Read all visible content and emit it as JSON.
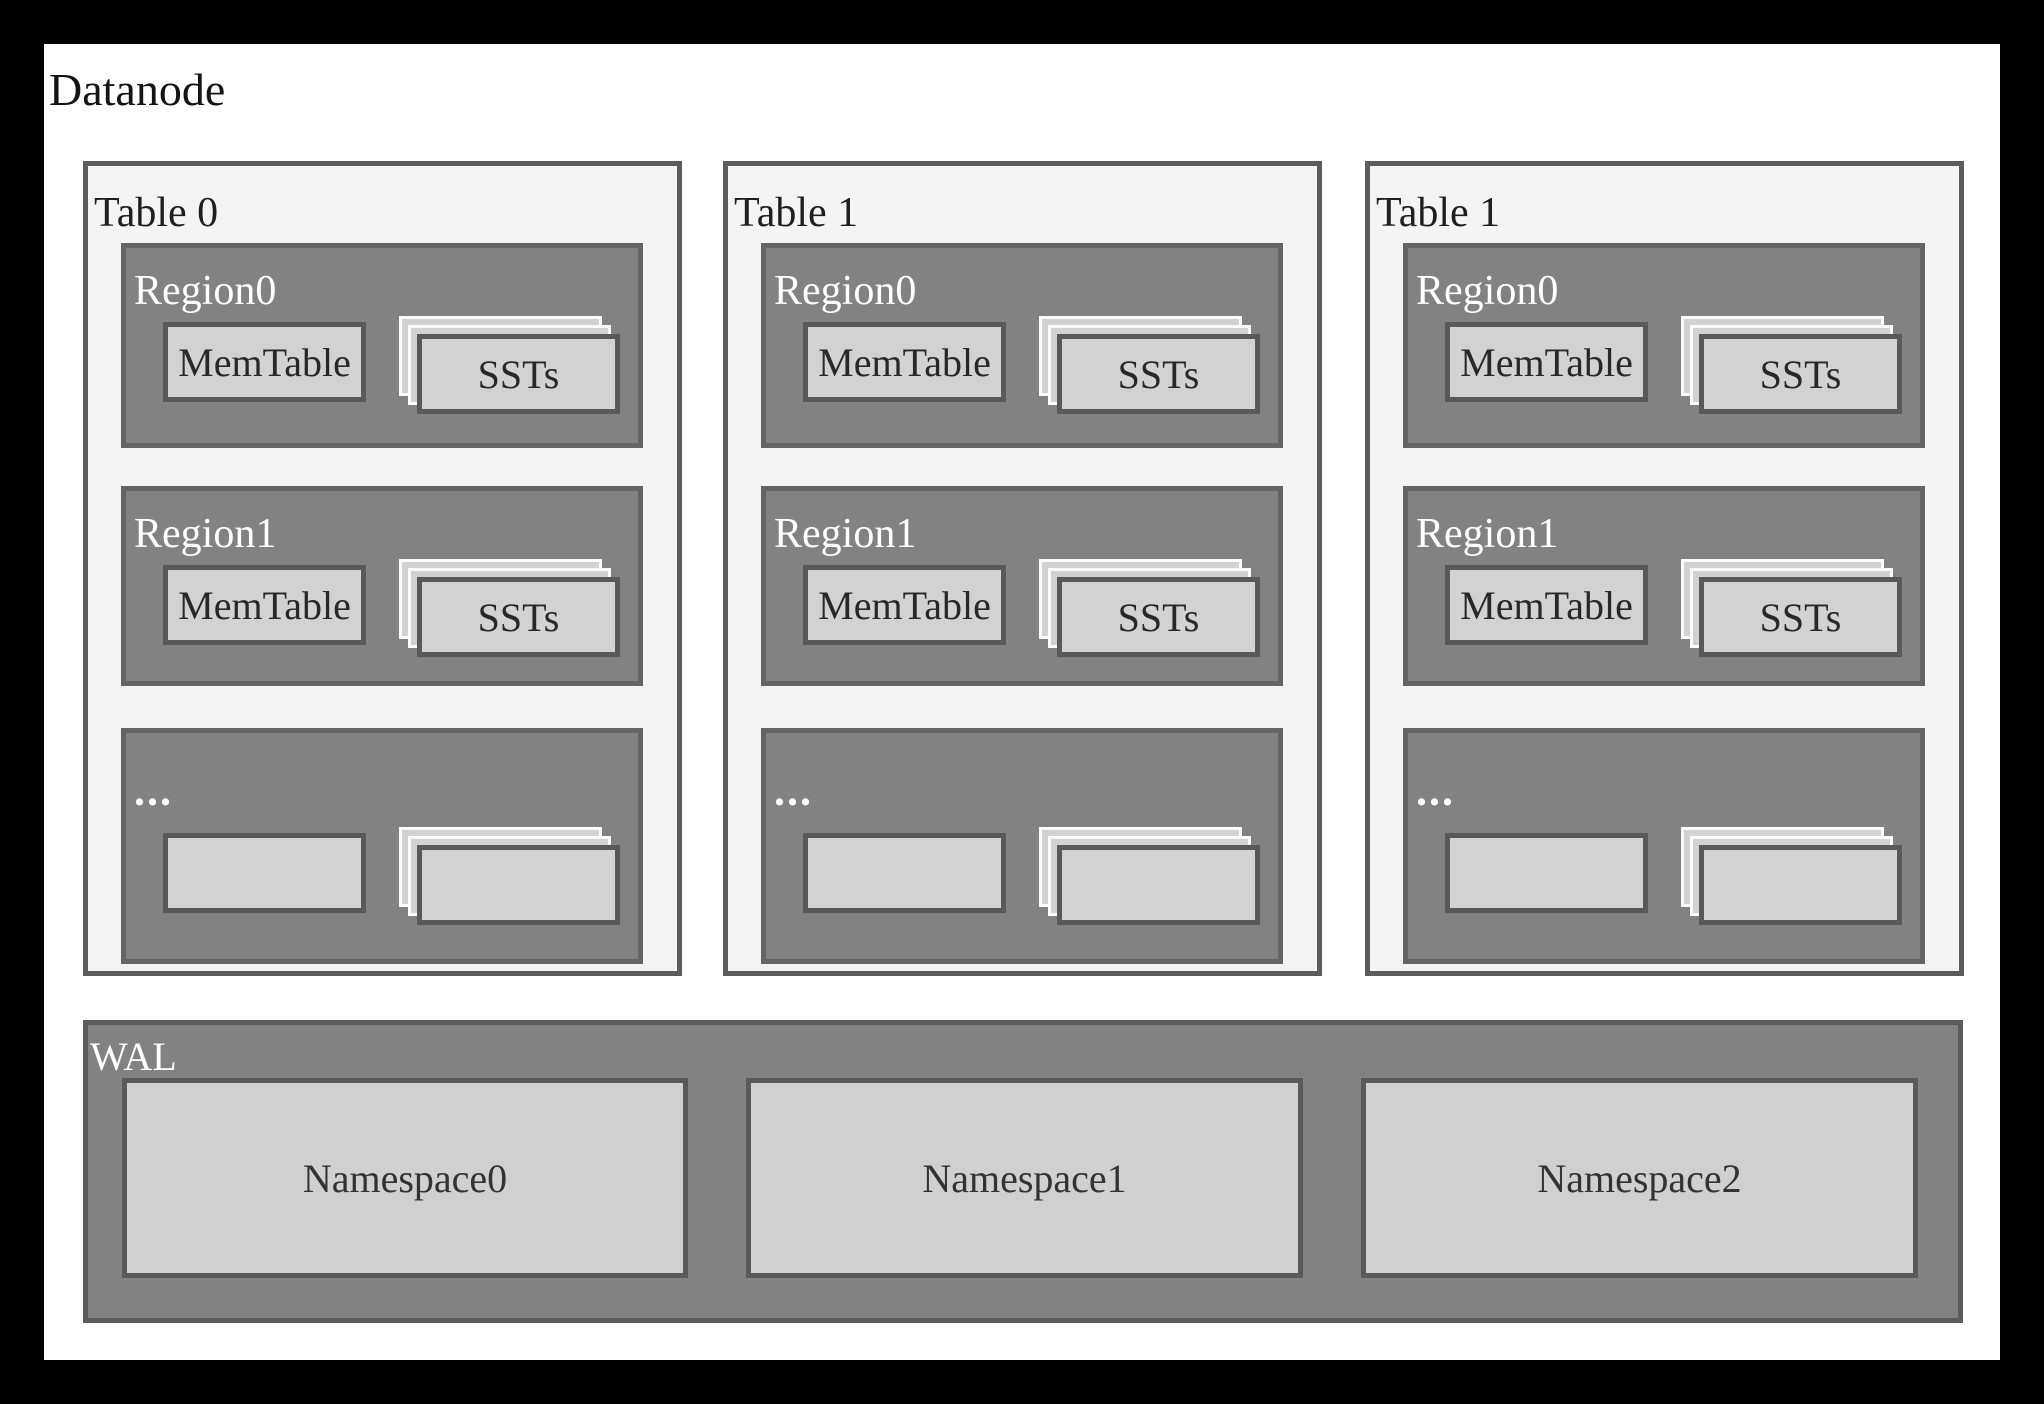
{
  "colors": {
    "page_background": "#000000",
    "canvas_background": "#ffffff",
    "table_fill": "#f4f4f4",
    "table_border": "#5c5c5c",
    "region_fill": "#828282",
    "region_border": "#646464",
    "inner_box_fill": "#d2d2d2",
    "inner_box_border": "#595959",
    "sheet_outline": "#fbfbfb",
    "dark_text": "#1f1f1f",
    "light_text": "#ffffff"
  },
  "diagram": {
    "title": "Datanode",
    "tables": [
      {
        "label": "Table 0",
        "regions": [
          {
            "label": "Region0",
            "memtable": "MemTable",
            "ssts": "SSTs"
          },
          {
            "label": "Region1",
            "memtable": "MemTable",
            "ssts": "SSTs"
          },
          {
            "label": "...",
            "memtable": "",
            "ssts": ""
          }
        ]
      },
      {
        "label": "Table 1",
        "regions": [
          {
            "label": "Region0",
            "memtable": "MemTable",
            "ssts": "SSTs"
          },
          {
            "label": "Region1",
            "memtable": "MemTable",
            "ssts": "SSTs"
          },
          {
            "label": "...",
            "memtable": "",
            "ssts": ""
          }
        ]
      },
      {
        "label": "Table 1",
        "regions": [
          {
            "label": "Region0",
            "memtable": "MemTable",
            "ssts": "SSTs"
          },
          {
            "label": "Region1",
            "memtable": "MemTable",
            "ssts": "SSTs"
          },
          {
            "label": "...",
            "memtable": "",
            "ssts": ""
          }
        ]
      }
    ],
    "wal": {
      "label": "WAL",
      "namespaces": [
        "Namespace0",
        "Namespace1",
        "Namespace2"
      ]
    }
  }
}
